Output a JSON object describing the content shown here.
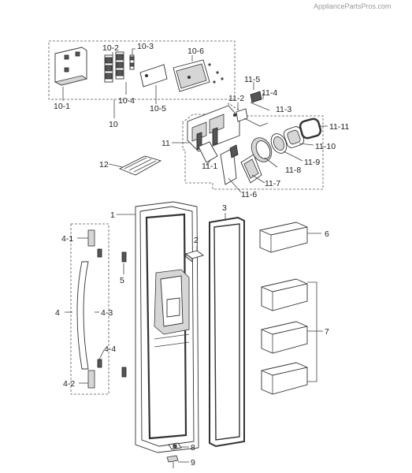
{
  "watermark": "AppliancePartsPros.com",
  "callouts": {
    "p1": "1",
    "p2": "2",
    "p3": "3",
    "p4": "4",
    "p4_1": "4-1",
    "p4_2": "4-2",
    "p4_3": "4-3",
    "p4_4": "4-4",
    "p5": "5",
    "p6": "6",
    "p7": "7",
    "p8": "8",
    "p9": "9",
    "p10": "10",
    "p10_1": "10-1",
    "p10_2": "10-2",
    "p10_3": "10-3",
    "p10_4": "10-4",
    "p10_5": "10-5",
    "p10_6": "10-6",
    "p11": "11",
    "p11_1": "11-1",
    "p11_2": "11-2",
    "p11_3": "11-3",
    "p11_4": "11-4",
    "p11_5": "11-5",
    "p11_6": "11-6",
    "p11_7": "11-7",
    "p11_8": "11-8",
    "p11_9": "11-9",
    "p11_10": "11-10",
    "p11_11": "11-11",
    "p12": "12"
  }
}
